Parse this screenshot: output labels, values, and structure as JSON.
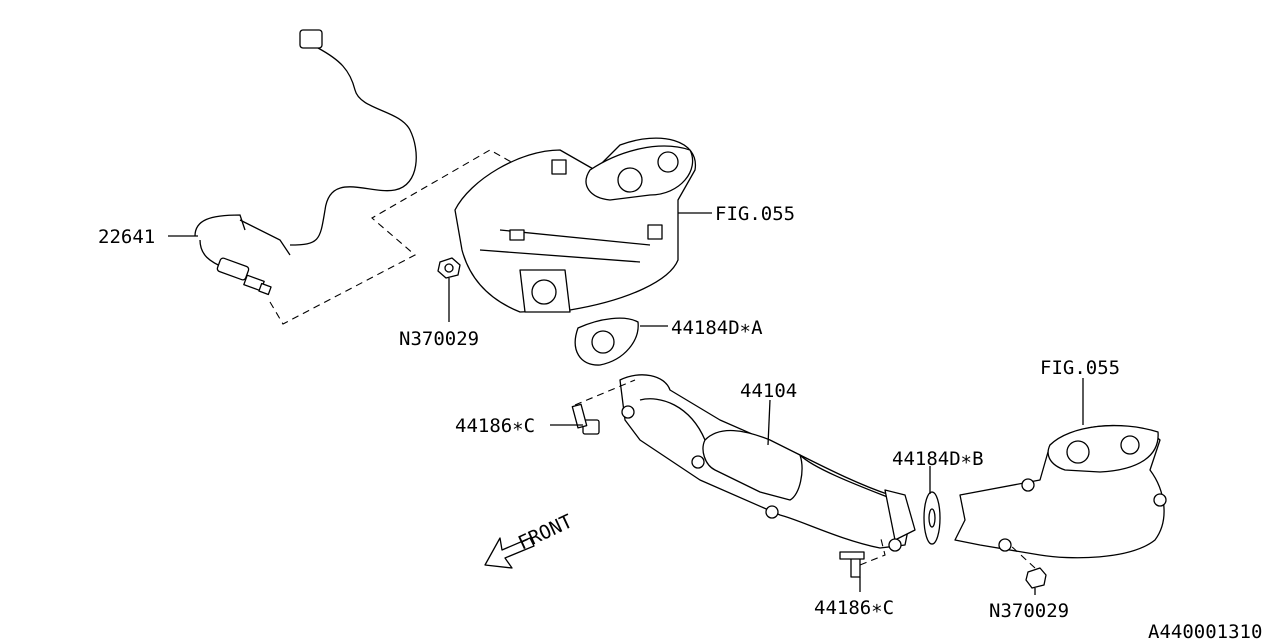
{
  "diagram_id": "A440001310",
  "front_label": "FRONT",
  "callouts": {
    "oxygen_sensor": "22641",
    "fig_ref_upper": "FIG.055",
    "nut_upper": "N370029",
    "gasket_a": "44184D∗A",
    "front_pipe": "44104",
    "bolt_left": "44186∗C",
    "gasket_b": "44184D∗B",
    "fig_ref_lower": "FIG.055",
    "bolt_bottom": "44186∗C",
    "nut_lower": "N370029"
  }
}
